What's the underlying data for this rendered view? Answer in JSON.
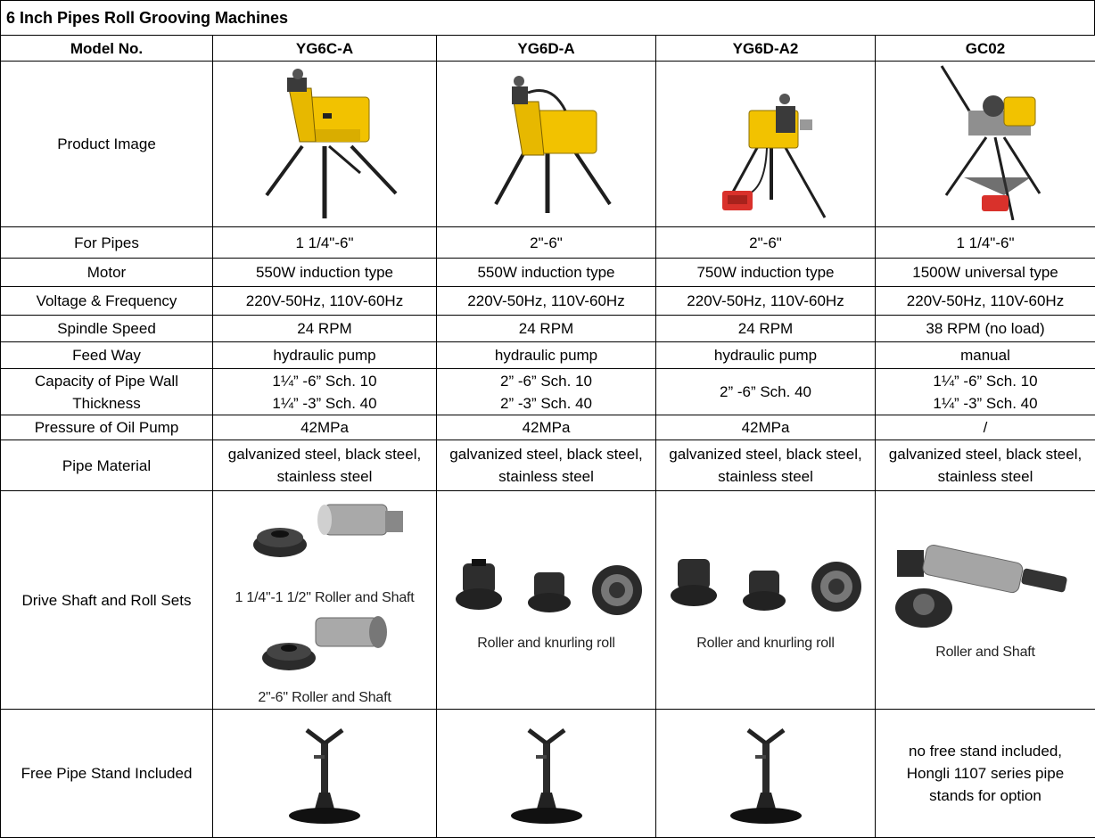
{
  "title": "6 Inch Pipes Roll Grooving Machines",
  "header": {
    "label": "Model No.",
    "models": [
      "YG6C-A",
      "YG6D-A",
      "YG6D-A2",
      "GC02"
    ]
  },
  "rows": {
    "product_image": "Product Image",
    "for_pipes": {
      "label": "For Pipes",
      "values": [
        "1 1/4\"-6\"",
        "2\"-6\"",
        "2\"-6\"",
        "1 1/4\"-6\""
      ]
    },
    "motor": {
      "label": "Motor",
      "values": [
        "550W induction type",
        "550W induction type",
        "750W induction type",
        "1500W universal type"
      ]
    },
    "voltage": {
      "label": "Voltage & Frequency",
      "values": [
        "220V-50Hz, 110V-60Hz",
        "220V-50Hz, 110V-60Hz",
        "220V-50Hz, 110V-60Hz",
        "220V-50Hz, 110V-60Hz"
      ]
    },
    "spindle": {
      "label": "Spindle Speed",
      "values": [
        "24 RPM",
        "24 RPM",
        "24 RPM",
        "38 RPM (no load)"
      ]
    },
    "feed": {
      "label": "Feed Way",
      "values": [
        "hydraulic pump",
        "hydraulic pump",
        "hydraulic pump",
        "manual"
      ]
    },
    "capacity": {
      "label_1": "Capacity of Pipe Wall",
      "label_2": "Thickness",
      "v1": [
        "1¼” -6”   Sch. 10",
        "1¼” -3”   Sch. 40"
      ],
      "v2": [
        "2” -6”   Sch. 10",
        "2” -3”   Sch. 40"
      ],
      "v3": [
        "2” -6”   Sch. 40"
      ],
      "v4": [
        "1¼” -6”   Sch. 10",
        "1¼” -3”   Sch. 40"
      ]
    },
    "pressure": {
      "label": "Pressure of Oil Pump",
      "values": [
        "42MPa",
        "42MPa",
        "42MPa",
        "/"
      ]
    },
    "material": {
      "label": "Pipe Material",
      "line1": "galvanized steel, black steel,",
      "line2": "stainless steel"
    },
    "drive": {
      "label": "Drive Shaft and Roll Sets",
      "c1_cap1": "1 1/4\"-1 1/2\" Roller and Shaft",
      "c1_cap2": "2\"-6\" Roller and Shaft",
      "c2_cap": "Roller and knurling roll",
      "c3_cap": "Roller and knurling roll",
      "c4_cap": "Roller and Shaft"
    },
    "stand": {
      "label": "Free Pipe Stand Included",
      "gc02_1": "no free stand included,",
      "gc02_2": "Hongli 1107 series pipe",
      "gc02_3": "stands for option"
    }
  },
  "colors": {
    "machine_yellow": "#f2c200",
    "pedal_red": "#d9312b",
    "steel": "#9a9a9a",
    "dark": "#2a2a2a"
  }
}
